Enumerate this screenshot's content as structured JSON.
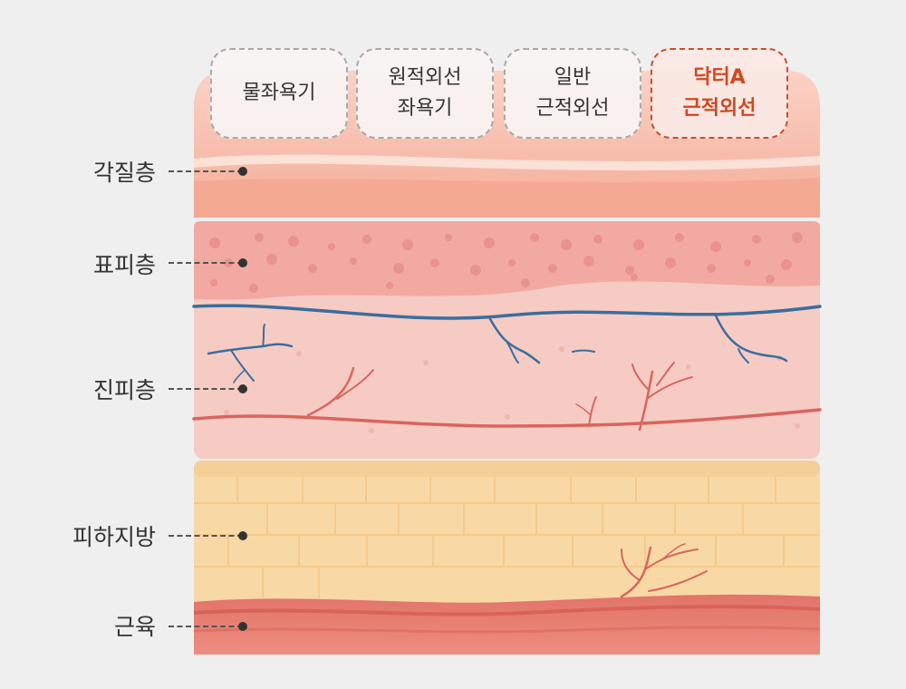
{
  "methods": [
    {
      "label": "물좌욕기",
      "highlight": false
    },
    {
      "label": "원적외선\n좌욕기",
      "highlight": false
    },
    {
      "label": "일반\n근적외선",
      "highlight": false
    },
    {
      "label": "닥터A\n근적외선",
      "highlight": true
    }
  ],
  "layers": {
    "stratum_corneum": "각질층",
    "epidermis": "표피층",
    "dermis": "진피층",
    "subcutaneous_fat": "피하지방",
    "muscle": "근육"
  },
  "colors": {
    "background": "#efefef",
    "stratum_corneum": "#f5b4a0",
    "epidermis": "#f2a8a0",
    "dermis": "#f6cbc3",
    "fat": "#f8d9a6",
    "muscle": "#e77c70",
    "vein": "#3a6e9e",
    "artery": "#d9655e",
    "highlight": "#d2481f"
  }
}
